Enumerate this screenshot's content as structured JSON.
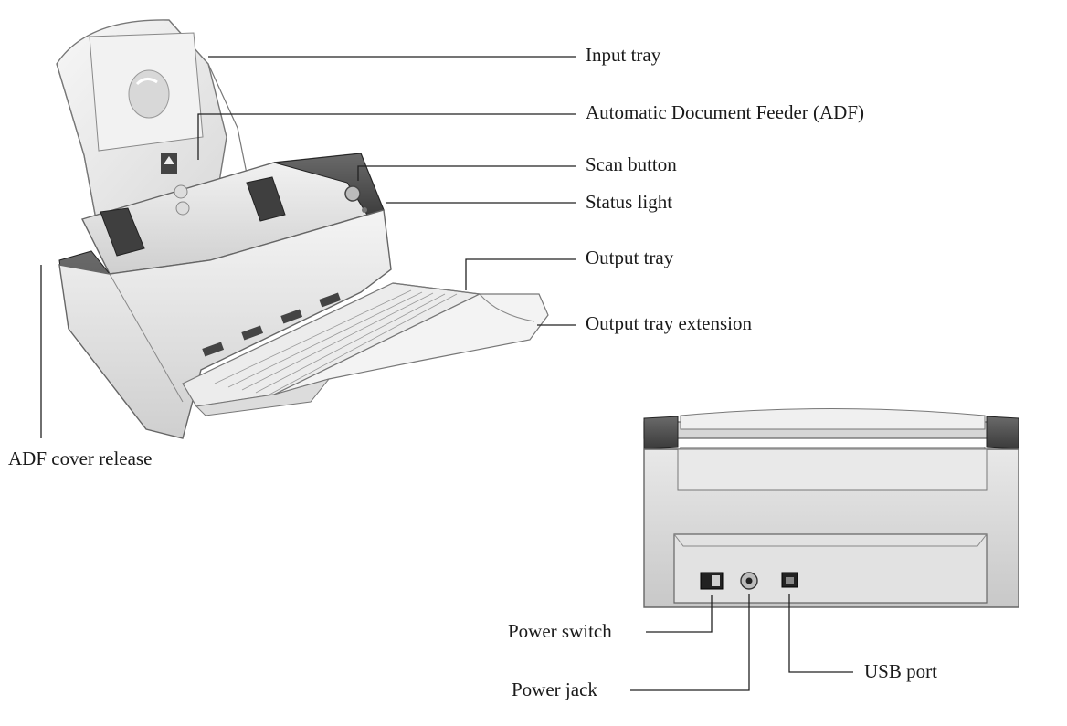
{
  "front_view": {
    "callouts": {
      "input_tray": "Input tray",
      "adf": "Automatic Document Feeder (ADF)",
      "scan_button": "Scan button",
      "status_light": "Status light",
      "output_tray": "Output tray",
      "output_tray_extension": "Output tray extension",
      "adf_cover_release": "ADF cover release"
    }
  },
  "rear_view": {
    "callouts": {
      "power_switch": "Power switch",
      "power_jack": "Power jack",
      "usb_port": "USB port"
    }
  }
}
